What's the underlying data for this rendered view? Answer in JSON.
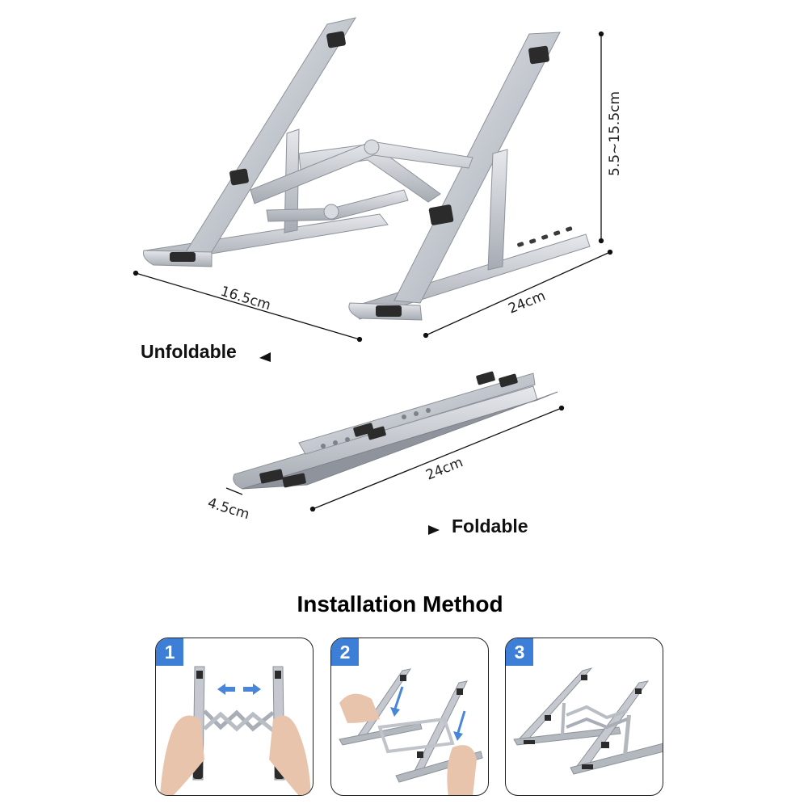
{
  "dimensions": {
    "height_range": "5.5~15.5cm",
    "depth": "16.5cm",
    "width_unfolded": "24cm",
    "width_folded": "24cm",
    "folded_thickness": "4.5cm"
  },
  "labels": {
    "unfoldable": "Unfoldable",
    "foldable": "Foldable"
  },
  "installation": {
    "title": "Installation Method",
    "steps": [
      {
        "number": "1"
      },
      {
        "number": "2"
      },
      {
        "number": "3"
      }
    ]
  },
  "colors": {
    "badge": "#3d7fd6",
    "aluminum": "#c9ccd2",
    "pad": "#2b2b2b",
    "arrow": "#4a86d8"
  }
}
